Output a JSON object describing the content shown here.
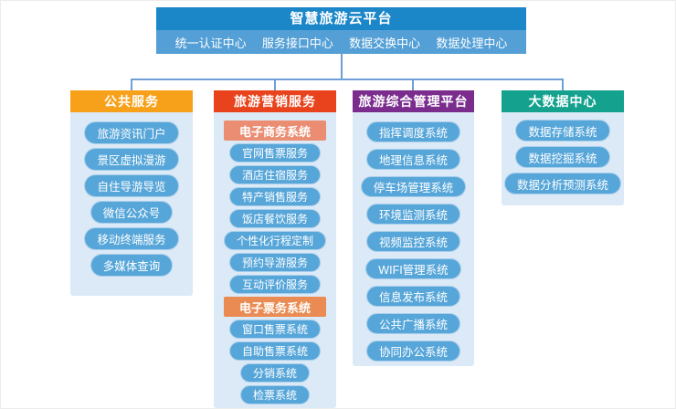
{
  "platform": {
    "title": "智慧旅游云平台",
    "centers": [
      "统一认证中心",
      "服务接口中心",
      "数据交换中心",
      "数据处理中心"
    ]
  },
  "columns": [
    {
      "title": "公共服务",
      "color": "#f7a11b",
      "items": [
        "旅游资讯门户",
        "景区虚拟漫游",
        "自住导游导览",
        "微信公众号",
        "移动终端服务",
        "多媒体查询"
      ]
    },
    {
      "title": "旅游营销服务",
      "color": "#e8431c",
      "groups": [
        {
          "title": "电子商务系统",
          "color": "#ea8d72",
          "items": [
            "官网售票服务",
            "酒店住宿服务",
            "特产销售服务",
            "饭店餐饮服务",
            "个性化行程定制",
            "预约导游服务",
            "互动评价服务"
          ]
        },
        {
          "title": "电子票务系统",
          "color": "#e98b52",
          "items": [
            "窗口售票系统",
            "自助售票系统",
            "分销系统",
            "检票系统"
          ]
        }
      ]
    },
    {
      "title": "旅游综合管理平台",
      "color": "#7b2d8e",
      "items": [
        "指挥调度系统",
        "地理信息系统",
        "停车场管理系统",
        "环境监测系统",
        "视频监控系统",
        "WIFI管理系统",
        "信息发布系统",
        "公共广播系统",
        "协同办公系统"
      ]
    },
    {
      "title": "大数据中心",
      "color": "#14a28e",
      "items": [
        "数据存储系统",
        "数据挖掘系统",
        "数据分析预测系统"
      ]
    }
  ],
  "colors": {
    "header_bar": "#1b87c9",
    "header_subbar": "#539fd6",
    "connector": "#6d9ed6",
    "panel_background": "#dce9f6",
    "pill_background": "#57a6d9",
    "pill_border": "#a9cfeb",
    "text": "#ffffff"
  }
}
